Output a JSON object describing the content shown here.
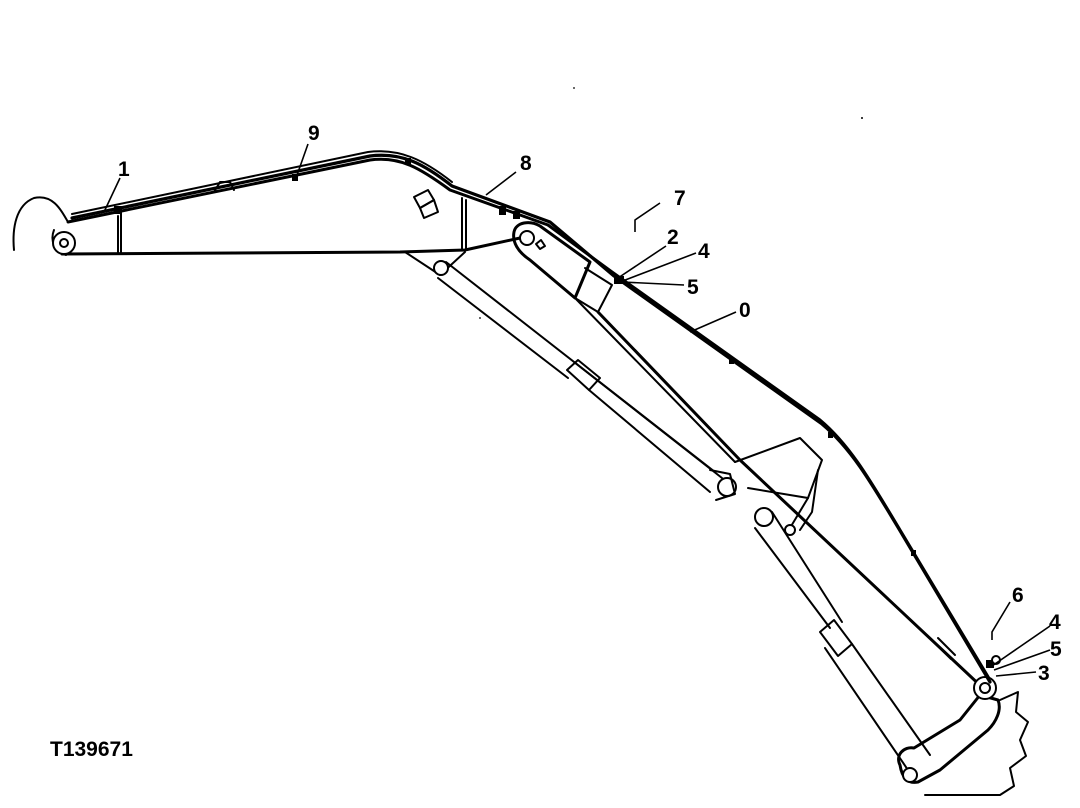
{
  "figure": {
    "id": "T139671"
  },
  "callouts": {
    "c1": "1",
    "c9": "9",
    "c8": "8",
    "c7": "7",
    "c2": "2",
    "c4a": "4",
    "c5a": "5",
    "c0": "0",
    "c6": "6",
    "c4b": "4",
    "c5b": "5",
    "c3": "3"
  }
}
